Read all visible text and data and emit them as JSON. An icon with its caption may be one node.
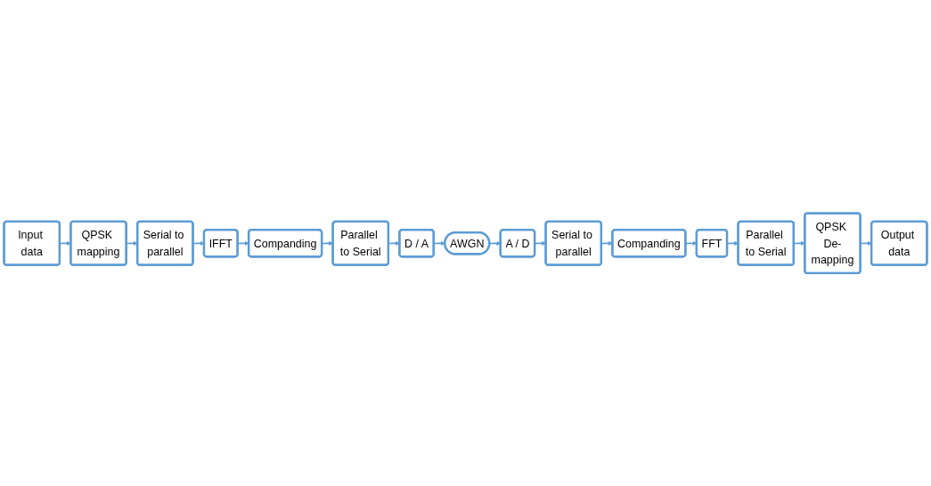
{
  "diagram": {
    "nodes": [
      {
        "text": [
          "Input data"
        ]
      },
      {
        "text": [
          "QPSK mapping"
        ]
      },
      {
        "text": [
          "Serial to parallel"
        ]
      },
      {
        "text": [
          "IFFT"
        ]
      },
      {
        "text": [
          "Companding"
        ]
      },
      {
        "text": [
          "Parallel to Serial"
        ]
      },
      {
        "text": [
          "D / A"
        ]
      },
      {
        "text": [
          "AWGN"
        ]
      },
      {
        "text": [
          "A / D"
        ]
      },
      {
        "text": [
          "Serial to parallel"
        ]
      },
      {
        "text": [
          "Companding"
        ]
      },
      {
        "text": [
          "FFT"
        ]
      },
      {
        "text": [
          "Parallel to Serial"
        ]
      },
      {
        "text": [
          "QPSK De-mapping"
        ]
      },
      {
        "text": [
          "Output data"
        ]
      }
    ],
    "edges": [
      {
        "from": 0,
        "to": 1,
        "arrow": "to"
      },
      {
        "from": 1,
        "to": 2,
        "arrow": "to"
      },
      {
        "from": 2,
        "to": 3,
        "arrow": "to"
      },
      {
        "from": 3,
        "to": 4,
        "arrow": "to"
      },
      {
        "from": 4,
        "to": 5,
        "arrow": "to"
      },
      {
        "from": 5,
        "to": 6,
        "arrow": "to"
      },
      {
        "from": 6,
        "to": 7,
        "arrow": "to"
      },
      {
        "from": 7,
        "to": 8,
        "arrow": "to"
      },
      {
        "from": 8,
        "to": 9,
        "arrow": "to"
      },
      {
        "from": 9,
        "to": 10,
        "arrow": "to"
      },
      {
        "from": 10,
        "to": 11,
        "arrow": "to"
      },
      {
        "from": 11,
        "to": 12,
        "arrow": "to"
      },
      {
        "from": 12,
        "to": 13,
        "arrow": "to"
      },
      {
        "from": 13,
        "to": 14,
        "arrow": "to"
      }
    ]
  }
}
